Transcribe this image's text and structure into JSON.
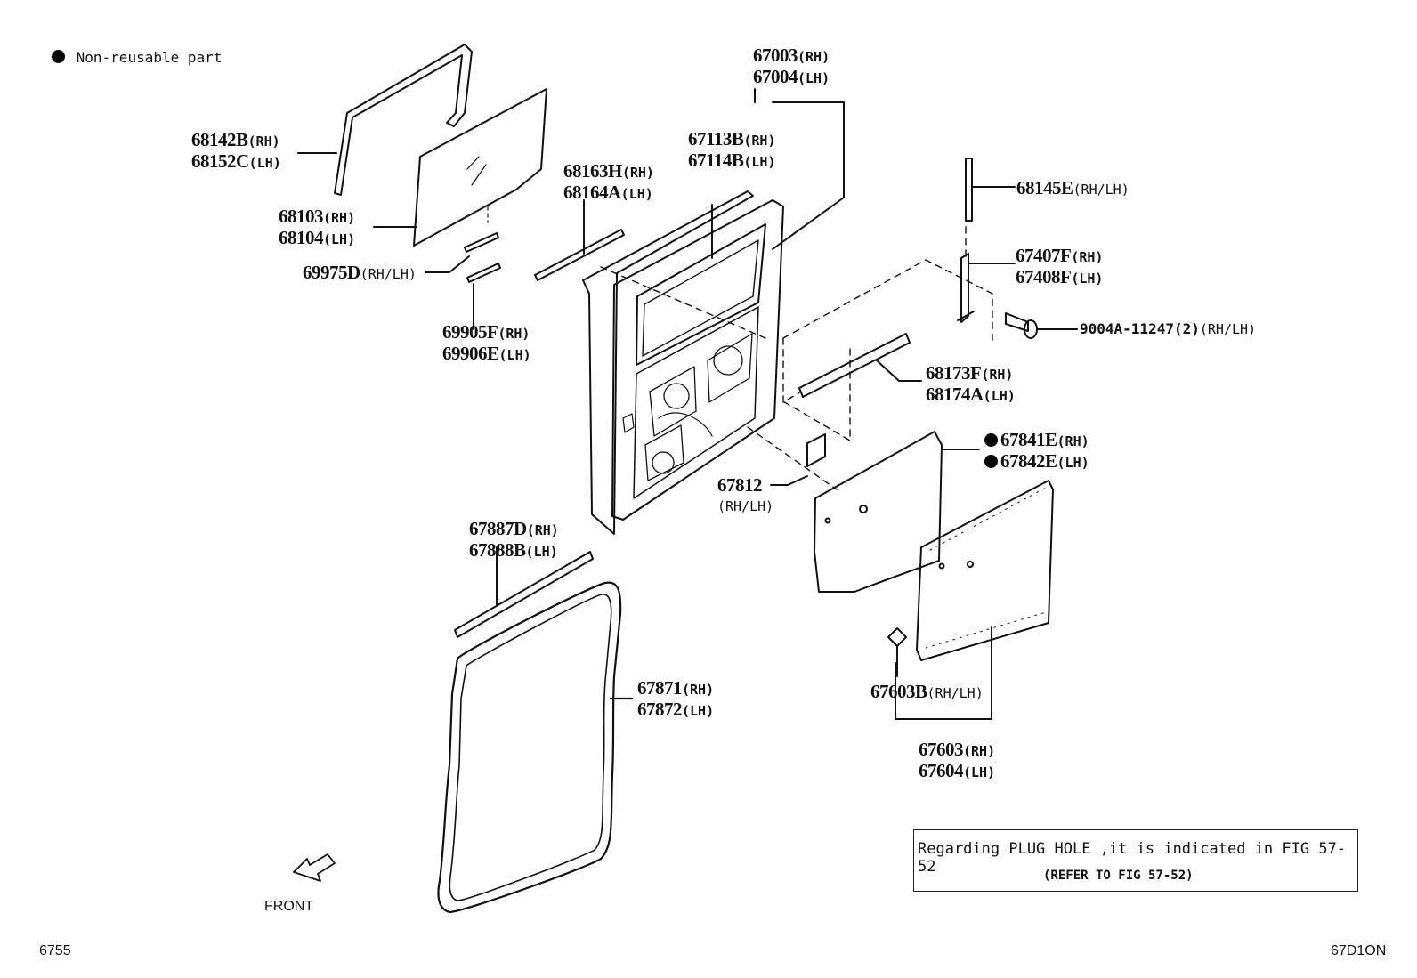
{
  "legend": {
    "symbol": "●",
    "text": "Non-reusable part"
  },
  "parts": [
    {
      "id": "p68142",
      "lines": [
        {
          "num": "68142B",
          "sfx": "(RH)"
        },
        {
          "num": "68152C",
          "sfx": "(LH)"
        }
      ]
    },
    {
      "id": "p68103",
      "lines": [
        {
          "num": "68103",
          "sfx": "(RH)"
        },
        {
          "num": "68104",
          "sfx": "(LH)"
        }
      ]
    },
    {
      "id": "p69975",
      "lines": [
        {
          "num": "69975D",
          "sfx": "(RH/LH)"
        }
      ]
    },
    {
      "id": "p69905",
      "lines": [
        {
          "num": "69905F",
          "sfx": "(RH)"
        },
        {
          "num": "69906E",
          "sfx": "(LH)"
        }
      ]
    },
    {
      "id": "p68163",
      "lines": [
        {
          "num": "68163H",
          "sfx": "(RH)"
        },
        {
          "num": "68164A",
          "sfx": "(LH)"
        }
      ]
    },
    {
      "id": "p67003",
      "lines": [
        {
          "num": "67003",
          "sfx": "(RH)"
        },
        {
          "num": "67004",
          "sfx": "(LH)"
        }
      ]
    },
    {
      "id": "p67113",
      "lines": [
        {
          "num": "67113B",
          "sfx": "(RH)"
        },
        {
          "num": "67114B",
          "sfx": "(LH)"
        }
      ]
    },
    {
      "id": "p68145",
      "lines": [
        {
          "num": "68145E",
          "sfx": "(RH/LH)"
        }
      ]
    },
    {
      "id": "p67407",
      "lines": [
        {
          "num": "67407F",
          "sfx": "(RH)"
        },
        {
          "num": "67408F",
          "sfx": "(LH)"
        }
      ]
    },
    {
      "id": "p9004a",
      "lines": [
        {
          "num": "9004A-11247(2)",
          "sfx": "(RH/LH)"
        }
      ]
    },
    {
      "id": "p68173",
      "lines": [
        {
          "num": "68173F",
          "sfx": "(RH)"
        },
        {
          "num": "68174A",
          "sfx": "(LH)"
        }
      ]
    },
    {
      "id": "p67841",
      "lines": [
        {
          "num": "67841E",
          "sfx": "(RH)",
          "nonreusable": true
        },
        {
          "num": "67842E",
          "sfx": "(LH)",
          "nonreusable": true
        }
      ]
    },
    {
      "id": "p67812",
      "lines": [
        {
          "num": "67812",
          "sfx": ""
        },
        {
          "num": "",
          "sfx": "(RH/LH)"
        }
      ]
    },
    {
      "id": "p67887",
      "lines": [
        {
          "num": "67887D",
          "sfx": "(RH)"
        },
        {
          "num": "67888B",
          "sfx": "(LH)"
        }
      ]
    },
    {
      "id": "p67871",
      "lines": [
        {
          "num": "67871",
          "sfx": "(RH)"
        },
        {
          "num": "67872",
          "sfx": "(LH)"
        }
      ]
    },
    {
      "id": "p67603b",
      "lines": [
        {
          "num": "67603B",
          "sfx": "(RH/LH)"
        }
      ]
    },
    {
      "id": "p67603",
      "lines": [
        {
          "num": "67603",
          "sfx": "(RH)"
        },
        {
          "num": "67604",
          "sfx": "(LH)"
        }
      ]
    }
  ],
  "note": {
    "line1": "Regarding PLUG HOLE ,it is indicated in FIG 57-52",
    "line2": "(REFER TO FIG 57-52)"
  },
  "front_label": "FRONT",
  "page_number": "6755",
  "figure_code": "67D1ON",
  "colors": {
    "ink": "#111111",
    "background": "#ffffff"
  }
}
